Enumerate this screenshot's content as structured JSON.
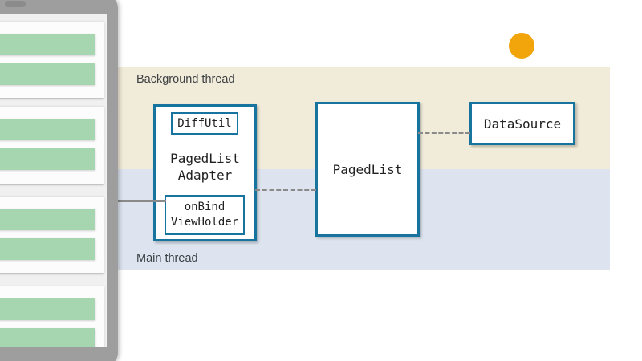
{
  "colors": {
    "band_background_thread": "#f1ebd9",
    "band_main_thread": "#dde4ef",
    "box_border": "#16749f",
    "box_fill": "#ffffff",
    "connector_gray": "#8a8a8a",
    "accent_orange": "#f2a50b",
    "phone_frame_gray": "#9e9e9e",
    "phone_screen_gray": "#f0f0f1",
    "card_white": "#fcfcfc",
    "list_item_green": "#a5d6af",
    "label_text": "#3c4043",
    "code_text": "#212121"
  },
  "threads": {
    "background_label": "Background thread",
    "main_label": "Main thread"
  },
  "boxes": {
    "adapter_line1": "PagedList",
    "adapter_line2": "Adapter",
    "diff_util": "DiffUtil",
    "on_bind_line1": "onBind",
    "on_bind_line2": "ViewHolder",
    "paged_list": "PagedList",
    "data_source": "DataSource"
  }
}
